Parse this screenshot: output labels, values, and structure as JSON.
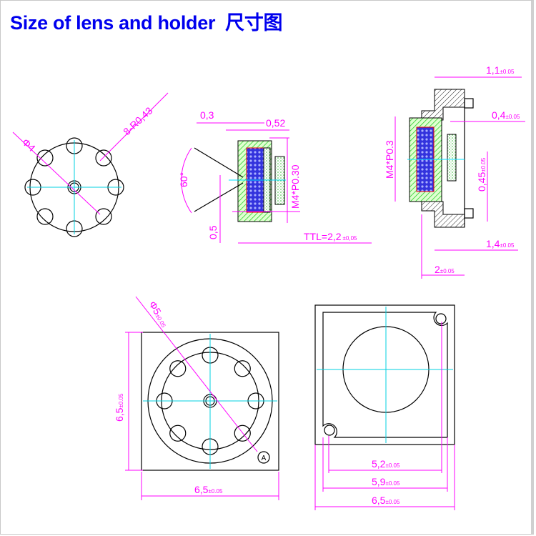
{
  "title": {
    "en": "Size of lens and holder",
    "cn": "尺寸图"
  },
  "front_lens": {
    "diameter": "Φ4",
    "radius": "8-R0,43"
  },
  "lens_side": {
    "d1": "0,3",
    "d2": "0,52",
    "angle": "60°",
    "d3": "0,5",
    "thread": "M4*P0.30",
    "ttl": "TTL=2,2",
    "ttl_tol": "±0,05"
  },
  "holder_side": {
    "d1": "1,1",
    "d1_tol": "±0.05",
    "d2": "0,4",
    "d2_tol": "±0.05",
    "thread": "M4*P0.3",
    "d3": "0,45",
    "d3_tol": "±0.05",
    "d4": "1,4",
    "d4_tol": "±0.05",
    "d5": "2",
    "d5_tol": "±0.05"
  },
  "holder_front": {
    "diameter": "Φ5",
    "diameter_tol": "±0.05",
    "height": "6,5",
    "height_tol": "±0.05",
    "width": "6,5",
    "width_tol": "±0.05",
    "marker": "A"
  },
  "holder_back": {
    "w1": "5,2",
    "w1_tol": "±0.05",
    "w2": "5,9",
    "w2_tol": "±0.05",
    "w3": "6,5",
    "w3_tol": "±0.05"
  }
}
